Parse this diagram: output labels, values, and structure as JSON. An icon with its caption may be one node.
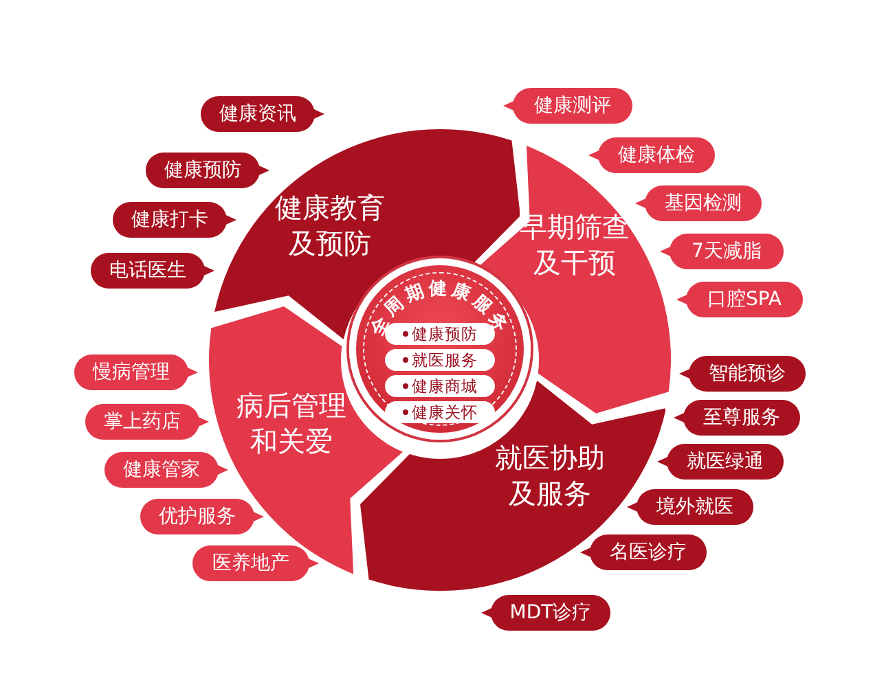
{
  "diagram": {
    "nodes": [
      {
        "text": [
          "健康教育及预防"
        ]
      },
      {
        "text": [
          "早期筛查及干预"
        ]
      },
      {
        "text": [
          "就医协助及服务"
        ]
      },
      {
        "text": [
          "病后管理和关爱"
        ]
      },
      {
        "text": [
          "全周期健康服务"
        ]
      },
      {
        "text": [
          "健康预防"
        ],
        "in": 4
      },
      {
        "text": [
          "就医服务"
        ],
        "in": 4
      },
      {
        "text": [
          "健康商城"
        ],
        "in": 4
      },
      {
        "text": [
          "健康关怀"
        ],
        "in": 4
      },
      {
        "text": [
          "健康资讯"
        ]
      },
      {
        "text": [
          "健康预防"
        ]
      },
      {
        "text": [
          "健康打卡"
        ]
      },
      {
        "text": [
          "电话医生"
        ]
      },
      {
        "text": [
          "健康测评"
        ]
      },
      {
        "text": [
          "健康体检"
        ]
      },
      {
        "text": [
          "基因检测"
        ]
      },
      {
        "text": [
          "7天减脂"
        ]
      },
      {
        "text": [
          "口腔SPA"
        ]
      },
      {
        "text": [
          "智能预诊"
        ]
      },
      {
        "text": [
          "至尊服务"
        ]
      },
      {
        "text": [
          "就医绿通"
        ]
      },
      {
        "text": [
          "境外就医"
        ]
      },
      {
        "text": [
          "名医诊疗"
        ]
      },
      {
        "text": [
          "MDT诊疗"
        ]
      },
      {
        "text": [
          "慢病管理"
        ]
      },
      {
        "text": [
          "掌上药店"
        ]
      },
      {
        "text": [
          "健康管家"
        ]
      },
      {
        "text": [
          "优护服务"
        ]
      },
      {
        "text": [
          "医养地产"
        ]
      }
    ]
  }
}
